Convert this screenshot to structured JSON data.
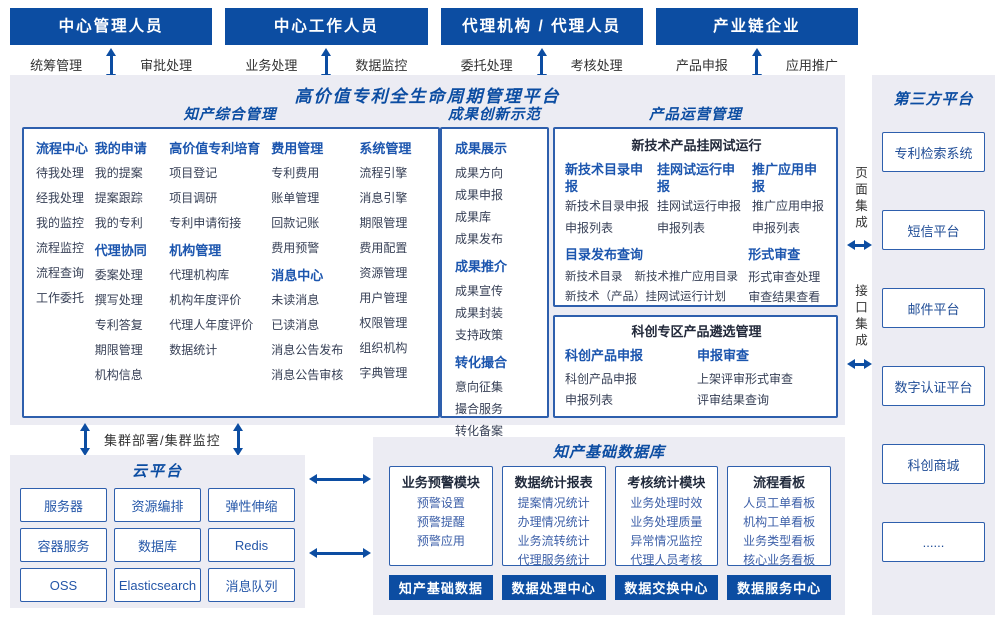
{
  "colors": {
    "primary": "#0C4DA2",
    "panel_bg": "#ECECF3",
    "box_border": "#2E5FAD",
    "heading_blue": "#1B55AE",
    "item_text": "#363F55",
    "db_item_blue": "#3C5FA8",
    "bar_text": "#FFFFFF"
  },
  "top_roles": [
    {
      "title": "中心管理人员",
      "left": "统筹管理",
      "right": "审批处理"
    },
    {
      "title": "中心工作人员",
      "left": "业务处理",
      "right": "数据监控"
    },
    {
      "title": "代理机构 / 代理人员",
      "left": "委托处理",
      "right": "考核处理"
    },
    {
      "title": "产业链企业",
      "left": "产品申报",
      "right": "应用推广"
    }
  ],
  "platform": {
    "title": "高价值专利全生命周期管理平台",
    "ip": {
      "title": "知产综合管理",
      "col1": {
        "heading": "流程中心",
        "items": [
          "待我处理",
          "经我处理",
          "我的监控",
          "流程监控",
          "流程查询",
          "工作委托"
        ]
      },
      "col2a": {
        "heading": "我的申请",
        "items": [
          "我的提案",
          "提案跟踪",
          "我的专利"
        ]
      },
      "col2b": {
        "heading": "代理协同",
        "items": [
          "委案处理",
          "撰写处理",
          "专利答复",
          "期限管理",
          "机构信息"
        ]
      },
      "col3a": {
        "heading": "高价值专利培育",
        "items": [
          "项目登记",
          "项目调研",
          "专利申请衔接"
        ]
      },
      "col3b": {
        "heading": "机构管理",
        "items": [
          "代理机构库",
          "机构年度评价",
          "代理人年度评价",
          "数据统计"
        ]
      },
      "col4a": {
        "heading": "费用管理",
        "items": [
          "专利费用",
          "账单管理",
          "回款记账",
          "费用预警"
        ]
      },
      "col4b": {
        "heading": "消息中心",
        "items": [
          "未读消息",
          "已读消息",
          "消息公告发布",
          "消息公告审核"
        ]
      },
      "col5": {
        "heading": "系统管理",
        "items": [
          "流程引擎",
          "消息引擎",
          "期限管理",
          "费用配置",
          "资源管理",
          "用户管理",
          "权限管理",
          "组织机构",
          "字典管理"
        ]
      }
    },
    "achievements": {
      "title": "成果创新示范",
      "g1": {
        "heading": "成果展示",
        "items": [
          "成果方向",
          "成果申报",
          "成果库",
          "成果发布"
        ]
      },
      "g2": {
        "heading": "成果推介",
        "items": [
          "成果宣传",
          "成果封装",
          "支持政策"
        ]
      },
      "g3": {
        "heading": "转化撮合",
        "items": [
          "意向征集",
          "撮合服务",
          "转化备案"
        ]
      }
    },
    "product_ops": {
      "title": "产品运营管理",
      "trial": {
        "title": "新技术产品挂网试运行",
        "c1": {
          "heading": "新技术目录申报",
          "items": [
            "新技术目录申报",
            "申报列表"
          ]
        },
        "c2": {
          "heading": "挂网试运行申报",
          "items": [
            "挂网试运行申报",
            "申报列表"
          ]
        },
        "c3": {
          "heading": "推广应用申报",
          "items": [
            "推广应用申报",
            "申报列表"
          ]
        },
        "catalog": {
          "heading": "目录发布查询",
          "items": [
            "新技术目录",
            "新技术推广应用目录",
            "新技术（产品）挂网试运行计划"
          ]
        },
        "review": {
          "heading": "形式审查",
          "items": [
            "形式审查处理",
            "审查结果查看"
          ]
        }
      },
      "selection": {
        "title": "科创专区产品遴选管理",
        "c1": {
          "heading": "科创产品申报",
          "items": [
            "科创产品申报",
            "申报列表"
          ]
        },
        "c2": {
          "heading": "申报审查",
          "items": [
            "上架评审形式审查",
            "评审结果查询"
          ]
        }
      }
    }
  },
  "third_party": {
    "title": "第三方平台",
    "items": [
      "专利检索系统",
      "短信平台",
      "邮件平台",
      "数字认证平台",
      "科创商城",
      "......"
    ]
  },
  "integration": {
    "page": "页面集成",
    "api": "接口集成"
  },
  "cluster_label": "集群部署/集群监控",
  "cloud": {
    "title": "云平台",
    "items": [
      "服务器",
      "资源编排",
      "弹性伸缩",
      "容器服务",
      "数据库",
      "Redis",
      "OSS",
      "Elasticsearch",
      "消息队列"
    ]
  },
  "database": {
    "title": "知产基础数据库",
    "col1": {
      "heading": "业务预警模块",
      "items": [
        "预警设置",
        "预警提醒",
        "预警应用"
      ],
      "bar": "知产基础数据"
    },
    "col2": {
      "heading": "数据统计报表",
      "items": [
        "提案情况统计",
        "办理情况统计",
        "业务流转统计",
        "代理服务统计"
      ],
      "bar": "数据处理中心"
    },
    "col3": {
      "heading": "考核统计模块",
      "items": [
        "业务处理时效",
        "业务处理质量",
        "异常情况监控",
        "代理人员考核"
      ],
      "bar": "数据交换中心"
    },
    "col4": {
      "heading": "流程看板",
      "items": [
        "人员工单看板",
        "机构工单看板",
        "业务类型看板",
        "核心业务看板"
      ],
      "bar": "数据服务中心"
    }
  }
}
